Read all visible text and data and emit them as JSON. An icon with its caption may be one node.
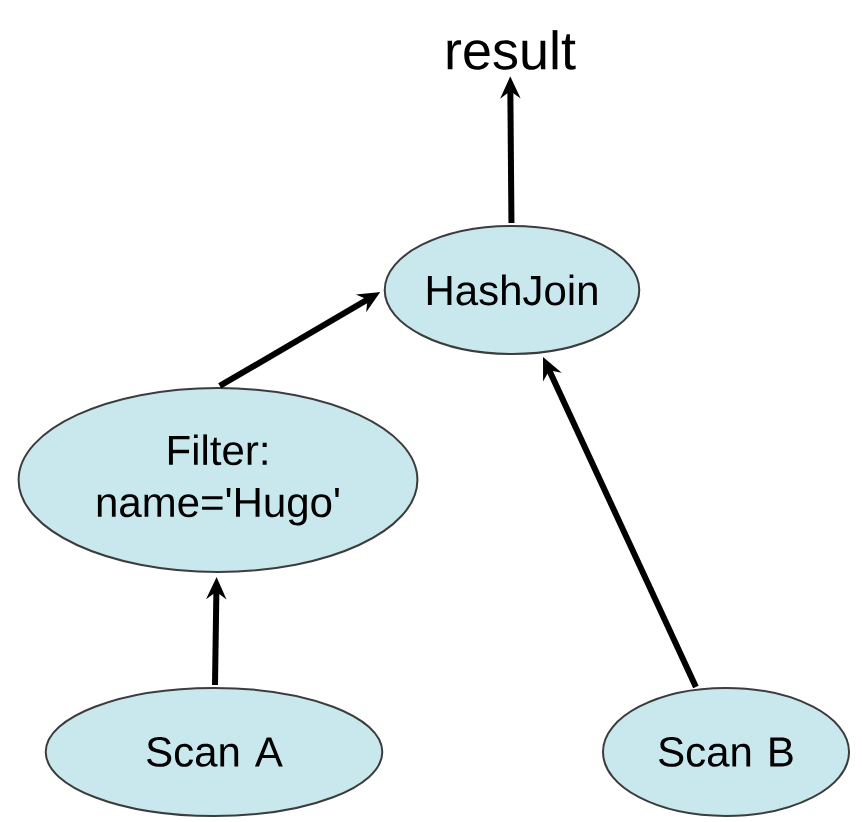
{
  "diagram": {
    "nodes": [
      {
        "text": [
          "result"
        ]
      },
      {
        "text": [
          "HashJoin"
        ]
      },
      {
        "text": [
          "Filter: name='Hugo'"
        ]
      },
      {
        "text": [
          "Scan A"
        ]
      },
      {
        "text": [
          "Scan B"
        ]
      }
    ],
    "edges": [
      {
        "from": 1,
        "to": 0,
        "arrow": "to"
      },
      {
        "from": 2,
        "to": 1,
        "arrow": "to"
      },
      {
        "from": 3,
        "to": 2,
        "arrow": "to"
      },
      {
        "from": 4,
        "to": 1,
        "arrow": "to"
      }
    ]
  }
}
